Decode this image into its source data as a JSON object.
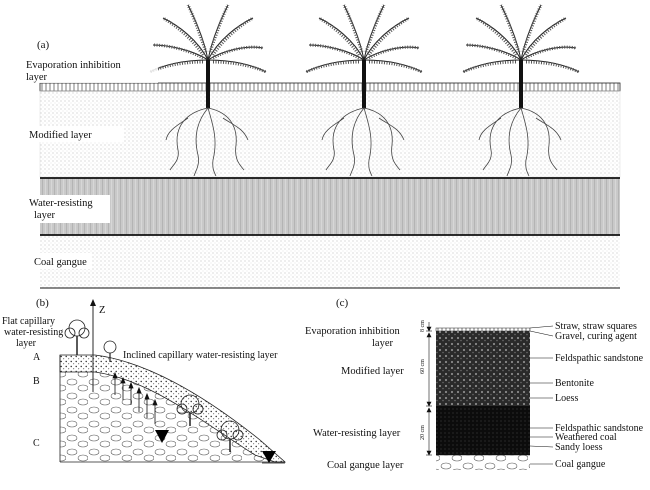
{
  "panel_a": {
    "label": "(a)",
    "layers": {
      "evaporation_line1": "Evaporation inhibition",
      "evaporation_line2": "layer",
      "modified": "Modified layer",
      "water_resisting_line1": "Water-resisting",
      "water_resisting_line2": "layer",
      "coal_gangue": "Coal gangue"
    }
  },
  "panel_b": {
    "label": "(b)",
    "axis_label": "Z",
    "flat_line1": "Flat capillary",
    "flat_line2": "water-resisting",
    "flat_line3": "layer",
    "inclined": "Inclined capillary water-resisting layer",
    "zone_a": "A",
    "zone_b": "B",
    "zone_c": "C"
  },
  "panel_c": {
    "label": "(c)",
    "left_labels": {
      "evap_line1": "Evaporation inhibition",
      "evap_line2": "layer",
      "modified": "Modified layer",
      "water_resisting": "Water-resisting layer",
      "coal_gangue": "Coal gangue layer"
    },
    "dimensions": {
      "d1": "8 cm",
      "d2": "60 cm",
      "d3": "20 cm"
    },
    "right_labels": {
      "straw": "Straw, straw squares",
      "gravel": "Gravel, curing agent",
      "feldspathic1": "Feldspathic sandstone",
      "bentonite": "Bentonite",
      "loess": "Loess",
      "feldspathic2": "Feldspathic sandstone",
      "weathered": "Weathered coal",
      "sandy": "Sandy loess",
      "gangue": "Coal gangue"
    }
  }
}
